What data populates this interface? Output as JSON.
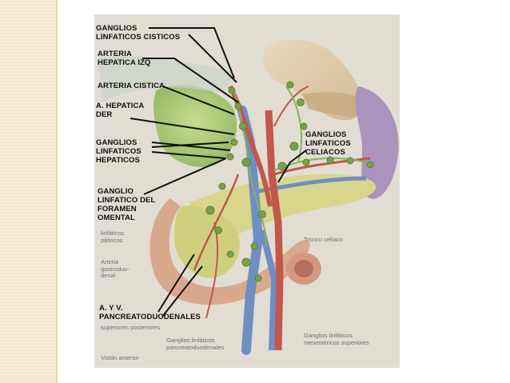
{
  "labels": {
    "ganglios_cisticos": "GANGLIOS\nLINFATICOS CISTICOS",
    "arteria_hepatica_izq": "ARTERIA\nHEPATICA IZQ",
    "arteria_cistica": "ARTERIA CISTICA",
    "a_hepatica_der": "A. HEPATICA\nDER",
    "ganglios_hepaticos": "GANGLIOS\nLINFATICOS\nHEPATICOS",
    "ganglio_foramen": "GANGLIO\nLINFATICO DEL\nFORAMEN\nOMENTAL",
    "ganglios_celiacos": "GANGLIOS\nLINFATICOS\nCELIACOS",
    "pancreatoduodenales": "A. Y V.\nPANCREATODUODENALES"
  },
  "printed_labels": {
    "tronco_celiaco": "Tronco celíaco",
    "ganglios_mesentericos": "Ganglios linfáticos\nmesentéricos superiores",
    "ganglios_pancreato": "Ganglios linfáticos\npancreatoduodenales",
    "linfaticos_pliricos": "linfáticos\npilóricos",
    "arteria_gastroduodenal": "Arteria\ngastroduo-\ndenal",
    "superiores_posteriores": "superiores posteriores",
    "vista_anterior": "Visión anterior"
  },
  "colors": {
    "background_strip": "#f7ecd8",
    "photo_bg": "#e2ddd2",
    "liver_gallbladder": "#b7cf7d",
    "stomach": "#e2cfb3",
    "spleen": "#a894bd",
    "pancreas": "#d9d58a",
    "duodenum": "#d9a98e",
    "artery": "#c2574b",
    "vein": "#6d8fc2",
    "lymph_node": "#78a24a",
    "pointer_line": "#111111"
  }
}
